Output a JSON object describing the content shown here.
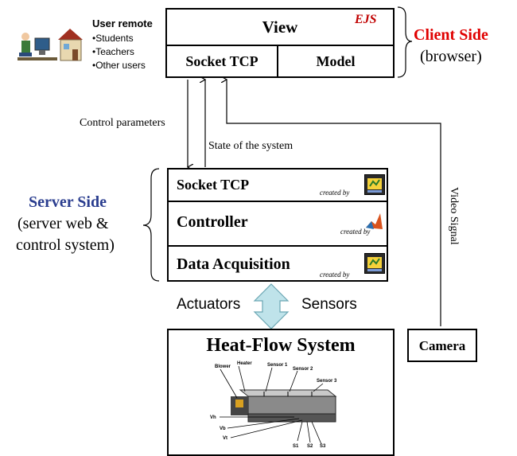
{
  "user": {
    "title": "User remote",
    "items": [
      "•Students",
      "•Teachers",
      "•Other users"
    ]
  },
  "client": {
    "view": "View",
    "ejs_logo": "EJS",
    "socket": "Socket TCP",
    "model": "Model",
    "side_label": "Client Side",
    "side_sub": "(browser)"
  },
  "arrows": {
    "control_parameters": "Control parameters",
    "state": "State of the system",
    "video": "Video Signal"
  },
  "server": {
    "side_label": "Server Side",
    "side_sub_1": "(server web &",
    "side_sub_2": "control system)",
    "socket": "Socket TCP",
    "controller": "Controller",
    "daq": "Data Acquisition",
    "created_by": "created by"
  },
  "io": {
    "actuators": "Actuators",
    "sensors": "Sensors"
  },
  "plant": {
    "title": "Heat-Flow System",
    "camera": "Camera",
    "labels": {
      "blower": "Blower",
      "heater": "Heater",
      "sensor1": "Sensor 1",
      "sensor2": "Sensor 2",
      "sensor3": "Sensor 3",
      "vh": "Vh",
      "vb": "Vb",
      "vt": "Vt",
      "s1": "S1",
      "s2": "S2",
      "s3": "S3"
    }
  },
  "colors": {
    "client": "#e00000",
    "server": "#2a3d8f",
    "arrow_fill": "#bfe3ea",
    "arrow_stroke": "#6aa6b3"
  }
}
